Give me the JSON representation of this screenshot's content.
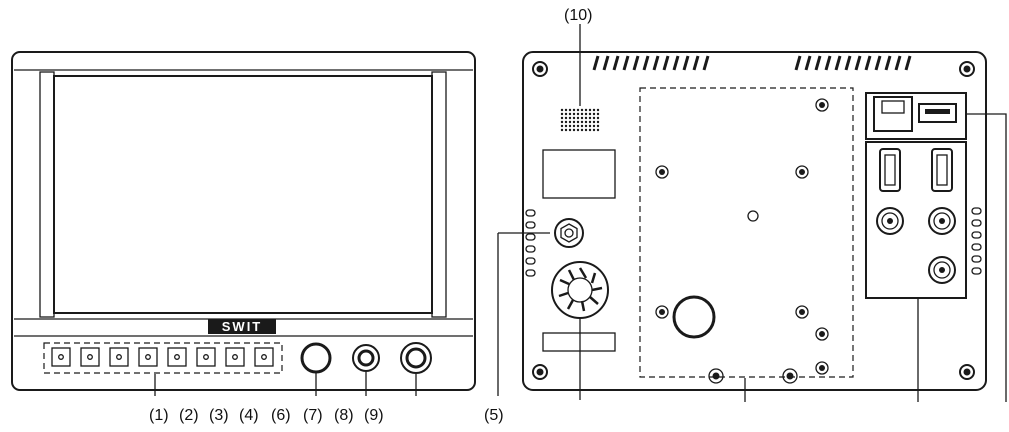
{
  "diagram": {
    "front_view": {
      "brand_label": "SWIT",
      "callouts": [
        "(1)",
        "(2)",
        "(3)",
        "(4)",
        "(6)",
        "(7)",
        "(8)",
        "(9)"
      ]
    },
    "rear_view": {
      "callouts": [
        "(5)",
        "(10)"
      ]
    }
  }
}
